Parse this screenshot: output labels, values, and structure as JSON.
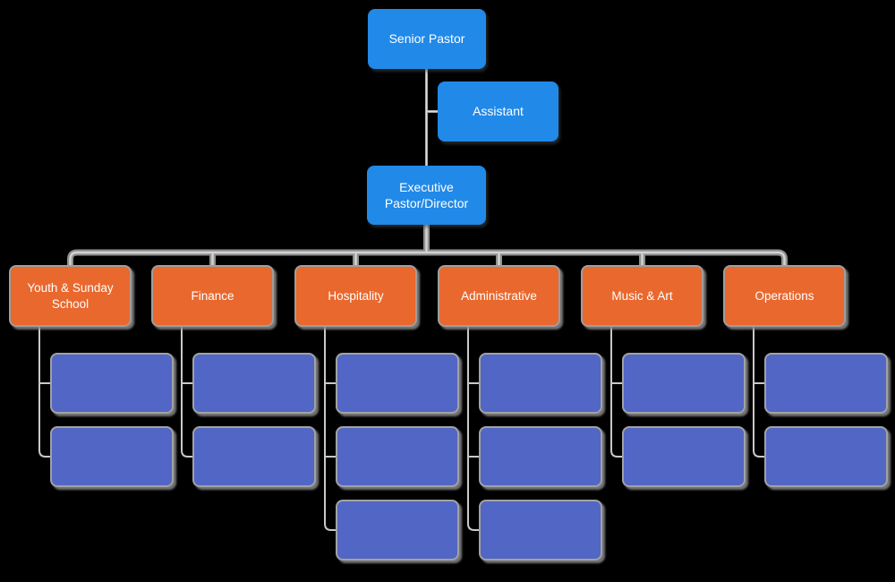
{
  "diagram": {
    "type": "org-chart",
    "background_color": "#000000",
    "top_level": {
      "senior_pastor": "Senior Pastor",
      "assistant": "Assistant",
      "executive": "Executive Pastor/Director"
    },
    "departments": [
      {
        "label": "Youth & Sunday School",
        "subordinate_count": 2
      },
      {
        "label": "Finance",
        "subordinate_count": 2
      },
      {
        "label": "Hospitality",
        "subordinate_count": 3
      },
      {
        "label": "Administrative",
        "subordinate_count": 3
      },
      {
        "label": "Music & Art",
        "subordinate_count": 2
      },
      {
        "label": "Operations",
        "subordinate_count": 2
      }
    ],
    "subordinate_labels": [
      "",
      "",
      "",
      "",
      "",
      "",
      "",
      "",
      "",
      "",
      "",
      "",
      "",
      ""
    ],
    "colors": {
      "executive_node": "#2189E8",
      "department_node": "#E9682E",
      "subordinate_node": "#5166C5",
      "connector_thick_outer": "#8F8F8F",
      "connector_thick_inner": "#D2D2D2",
      "connector_thin": "#C9C9C9",
      "node_border": "#9E9E9E",
      "text": "#FFFFFF"
    }
  }
}
